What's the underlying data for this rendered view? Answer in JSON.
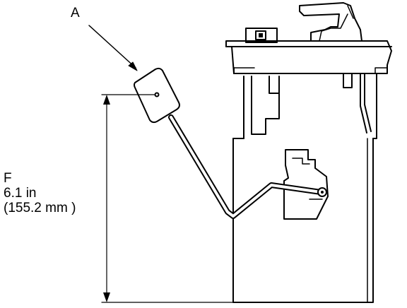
{
  "callouts": {
    "part_letter": "A",
    "dimension_letter": "F"
  },
  "dimension": {
    "inches": "6.1 in",
    "millimeters": "(155.2 mm )"
  },
  "colors": {
    "line": "#000000",
    "background": "#ffffff"
  }
}
